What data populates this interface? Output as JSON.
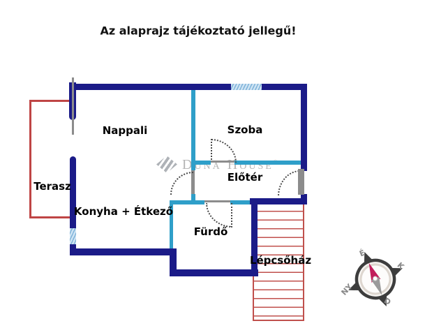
{
  "title": "Az alaprajz tájékoztató jellegű!",
  "rooms": {
    "nappali": "Nappali",
    "szoba": "Szoba",
    "terasz": "Terasz",
    "konyha": "Konyha + Étkező",
    "eloter": "Előtér",
    "furdo": "Fürdő",
    "lepcsohaz": "Lépcsőház"
  },
  "watermark": {
    "name": "Duna House",
    "mark": "®"
  },
  "compass": {
    "north": "É",
    "east": "K",
    "south": "D",
    "west": "NY"
  },
  "colors": {
    "outer_wall": "#1b1b88",
    "inner_wall": "#2f9fc9",
    "terrace": "#bf4545",
    "stairs": "#c0504c",
    "window_fill": "#cfe4f4",
    "window_stripe": "#7fb3d9",
    "label_text": "#000000",
    "watermark_gray": "#a3a3a3",
    "needle_north": "#c21e5c",
    "needle_south": "#9a9a9a"
  }
}
